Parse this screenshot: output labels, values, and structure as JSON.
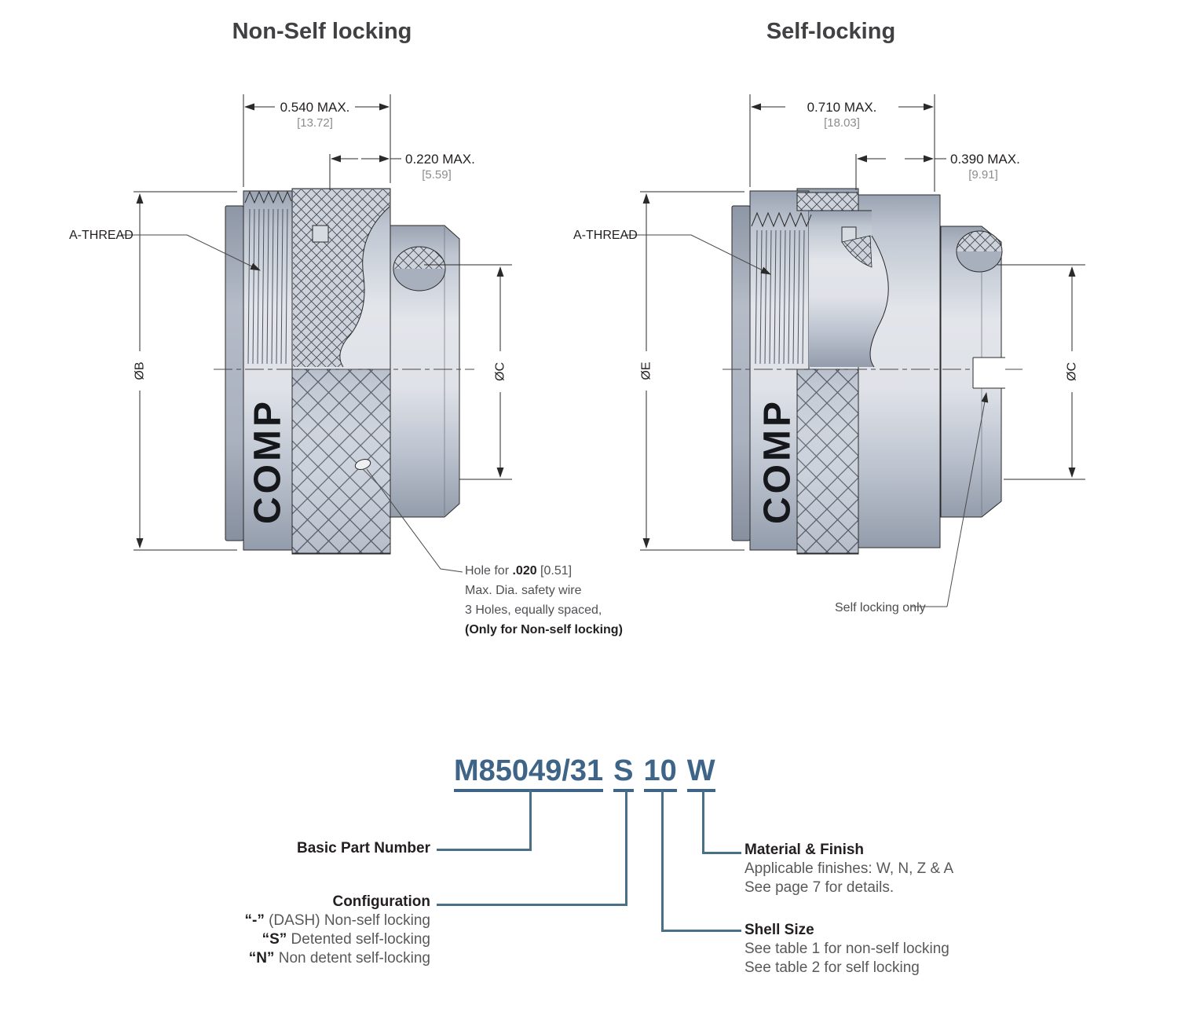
{
  "titles": {
    "left": "Non-Self locking",
    "right": "Self-locking"
  },
  "left_view": {
    "dim_total": "0.540 MAX.",
    "dim_total_mm": "[13.72]",
    "dim_front": "0.220 MAX.",
    "dim_front_mm": "[5.59]",
    "thread_label": "A-THREAD",
    "dia_outer": "ØB",
    "dia_flange": "ØC",
    "body_text": "COMP",
    "note_hole_prefix": "Hole for ",
    "note_hole_bold": ".020",
    "note_hole_suffix": " [0.51]",
    "note_line2": "Max. Dia. safety wire",
    "note_line3": "3 Holes, equally spaced,",
    "note_line4": "(Only for Non-self locking)"
  },
  "right_view": {
    "dim_total": "0.710 MAX.",
    "dim_total_mm": "[18.03]",
    "dim_front": "0.390 MAX.",
    "dim_front_mm": "[9.91]",
    "thread_label": "A-THREAD",
    "dia_outer": "ØE",
    "dia_flange": "ØC",
    "body_text": "COMP",
    "slot_note": "Self locking only"
  },
  "part_number": {
    "basic": "M85049/31",
    "configuration": "S",
    "shell_size": "10",
    "finish": "W"
  },
  "legend": {
    "basic_label": "Basic Part Number",
    "config_label": "Configuration",
    "config_items": [
      {
        "code": "“-”",
        "desc": " (DASH) Non-self locking"
      },
      {
        "code": "“S”",
        "desc": " Detented self-locking"
      },
      {
        "code": "“N”",
        "desc": " Non detent self-locking"
      }
    ],
    "material_label": "Material & Finish",
    "material_line1": "Applicable finishes: W, N, Z & A",
    "material_line2": "See page 7 for details.",
    "shell_label": "Shell Size",
    "shell_line1": "See table 1 for non-self locking",
    "shell_line2": "See table 2 for self locking"
  },
  "colors": {
    "accent_blue": "#3e6587",
    "connector_line": "#4a7088",
    "metal_light": "#e3e6eb",
    "metal_mid": "#c7cdd7",
    "metal_dark": "#97a0af",
    "text_dark": "#231f20",
    "text_gray": "#58595b",
    "metric_gray": "#8a8c8f"
  }
}
